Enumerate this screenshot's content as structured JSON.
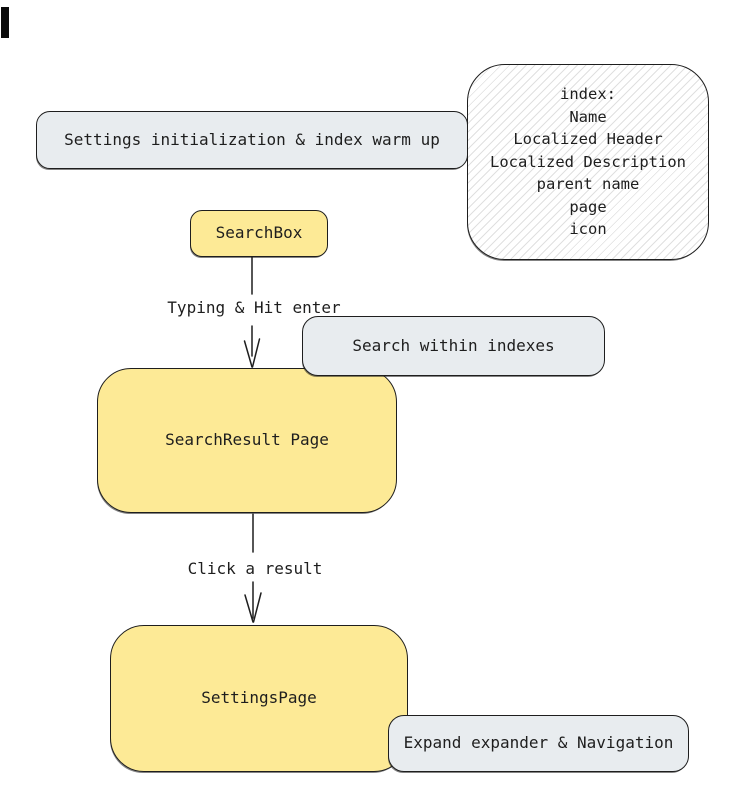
{
  "colors": {
    "node_yellow": "#fdea96",
    "label_gray": "#e8ecef",
    "stroke": "#1e1e1e",
    "hatch_line": "#e0e0e0"
  },
  "nodes": {
    "warmup": {
      "label": "Settings initialization & index warm up"
    },
    "index_note": {
      "text": "index:\nName\nLocalized Header\nLocalized Description\nparent name\npage\nicon"
    },
    "searchbox": {
      "label": "SearchBox"
    },
    "search_within": {
      "label": "Search within indexes"
    },
    "search_result": {
      "label": "SearchResult Page"
    },
    "settings_page": {
      "label": "SettingsPage"
    },
    "expand_nav": {
      "label": "Expand expander & Navigation"
    }
  },
  "edges": {
    "typing": {
      "label": "Typing & Hit enter"
    },
    "click_result": {
      "label": "Click a result"
    }
  }
}
